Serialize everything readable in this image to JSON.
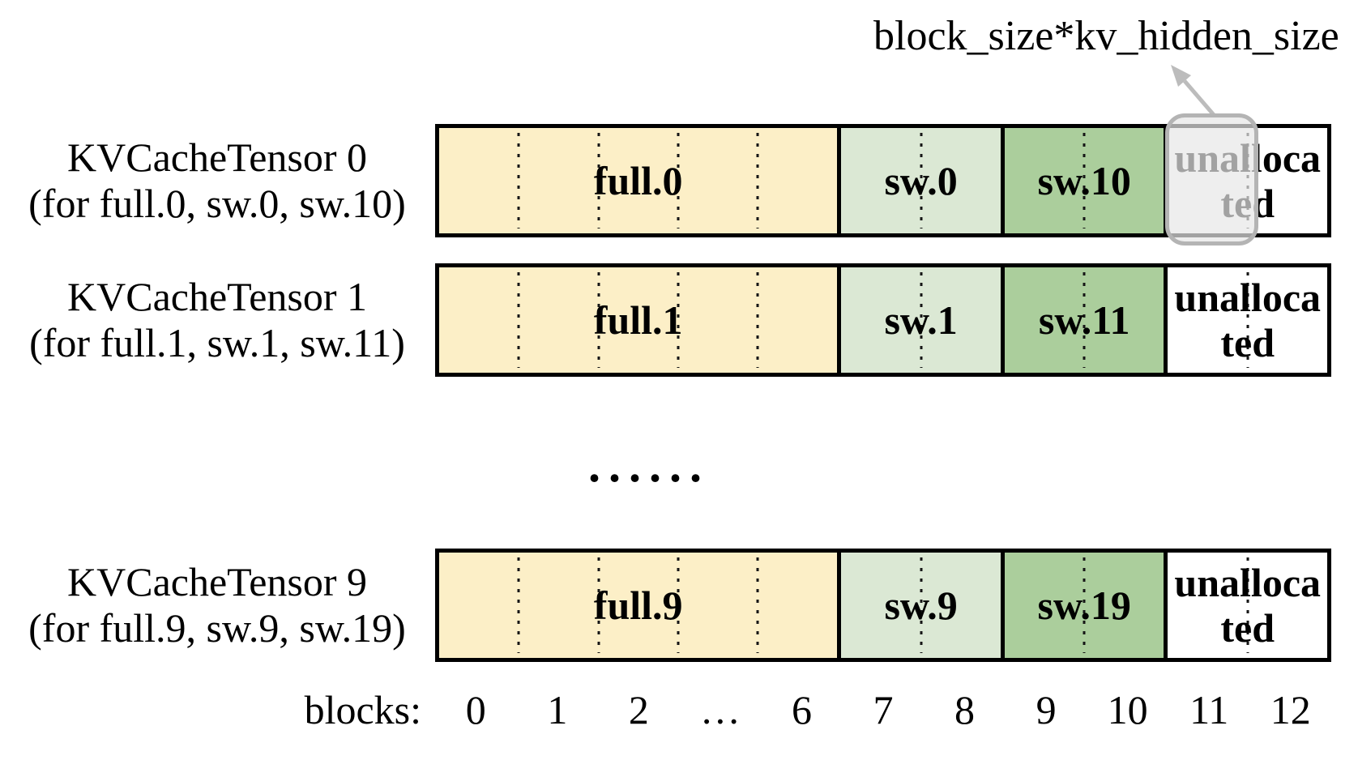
{
  "annotation": {
    "label": "block_size*kv_hidden_size"
  },
  "tensors": [
    {
      "title": "KVCacheTensor 0",
      "subtitle": "(for full.0, sw.0, sw.10)",
      "highlighted_block": true,
      "segments": [
        {
          "name": "full",
          "label": "full.0",
          "color": "#FCEFC7",
          "cols": 5
        },
        {
          "name": "sliding-window",
          "label": "sw.0",
          "color": "#DBE8D4",
          "cols": 2
        },
        {
          "name": "sliding-window-hi",
          "label": "sw.10",
          "color": "#ABCE9C",
          "cols": 2
        },
        {
          "name": "unallocated",
          "label": "unallocated",
          "color": "#FFFFFF",
          "cols": 2,
          "wrap": true
        }
      ]
    },
    {
      "title": "KVCacheTensor 1",
      "subtitle": "(for full.1, sw.1, sw.11)",
      "highlighted_block": false,
      "segments": [
        {
          "name": "full",
          "label": "full.1",
          "color": "#FCEFC7",
          "cols": 5
        },
        {
          "name": "sliding-window",
          "label": "sw.1",
          "color": "#DBE8D4",
          "cols": 2
        },
        {
          "name": "sliding-window-hi",
          "label": "sw.11",
          "color": "#ABCE9C",
          "cols": 2
        },
        {
          "name": "unallocated",
          "label": "unallocated",
          "color": "#FFFFFF",
          "cols": 2,
          "wrap": true
        }
      ]
    },
    {
      "title": "KVCacheTensor 9",
      "subtitle": "(for full.9, sw.9, sw.19)",
      "highlighted_block": false,
      "segments": [
        {
          "name": "full",
          "label": "full.9",
          "color": "#FCEFC7",
          "cols": 5
        },
        {
          "name": "sliding-window",
          "label": "sw.9",
          "color": "#DBE8D4",
          "cols": 2
        },
        {
          "name": "sliding-window-hi",
          "label": "sw.19",
          "color": "#ABCE9C",
          "cols": 2
        },
        {
          "name": "unallocated",
          "label": "unallocated",
          "color": "#FFFFFF",
          "cols": 2,
          "wrap": true
        }
      ]
    }
  ],
  "ellipsis": "......",
  "blocks_axis": {
    "label": "blocks:",
    "ticks": [
      "0",
      "1",
      "2",
      "…",
      "6",
      "7",
      "8",
      "9",
      "10",
      "11",
      "12"
    ]
  },
  "colors": {
    "bar_border": "#000000",
    "full_fill": "#FCEFC7",
    "sw_fill": "#DBE8D4",
    "sw_hi_fill": "#ABCE9C",
    "unallocated_fill": "#FFFFFF",
    "highlight_fill": "rgba(231,231,231,0.7)",
    "highlight_border": "#B4B4B4",
    "arrow": "#BCBCBC",
    "text": "#000000"
  }
}
